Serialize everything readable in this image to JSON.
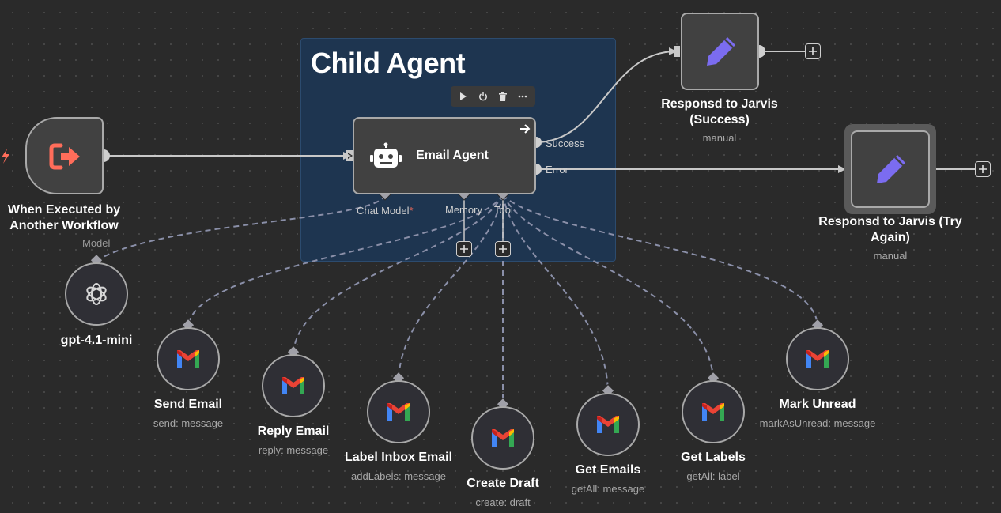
{
  "canvas": {
    "sticky_note_title": "Child Agent"
  },
  "nodes": {
    "trigger": {
      "name": "When Executed by Another Workflow",
      "name_line1": "When Executed by",
      "name_line2": "Another Workflow"
    },
    "agent": {
      "name": "Email Agent",
      "outputs": {
        "success": "Success",
        "error": "Error"
      },
      "inputs": {
        "chat_model": "Chat Model",
        "required_mark": "*",
        "memory": "Memory",
        "tool": "Tool"
      }
    },
    "respond_success": {
      "name_line1": "Responsd to Jarvis",
      "name_line2": "(Success)",
      "subtitle": "manual"
    },
    "respond_retry": {
      "name_line1": "Responsd to Jarvis (Try",
      "name_line2": "Again)",
      "subtitle": "manual"
    },
    "model": {
      "name": "gpt-4.1-mini",
      "port_label": "Model"
    },
    "tools": [
      {
        "name": "Send Email",
        "subtitle": "send: message"
      },
      {
        "name": "Reply Email",
        "subtitle": "reply: message"
      },
      {
        "name": "Label Inbox Email",
        "subtitle": "addLabels: message"
      },
      {
        "name": "Create Draft",
        "subtitle": "create: draft"
      },
      {
        "name": "Get Emails",
        "subtitle": "getAll: message"
      },
      {
        "name": "Get Labels",
        "subtitle": "getAll: label"
      },
      {
        "name": "Mark Unread",
        "subtitle": "markAsUnread: message"
      }
    ]
  },
  "node_toolbar": {
    "icons": [
      "play-icon",
      "power-icon",
      "trash-icon",
      "more-icon"
    ]
  },
  "colors": {
    "canvas_bg": "#2a2a2a",
    "sticky_bg": "#1e3550",
    "trigger_icon": "#ff6d5a",
    "pencil_icon": "#7b6cf0",
    "edge": "#c8c8c8",
    "dashed_edge": "#8a8fa8"
  }
}
